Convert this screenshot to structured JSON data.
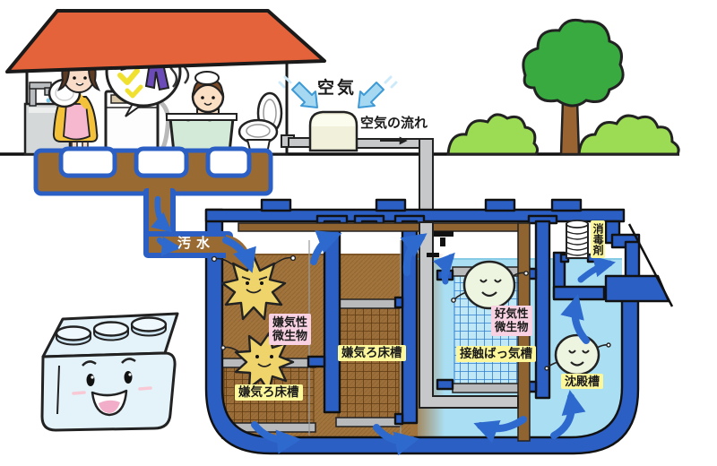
{
  "labels": {
    "air": "空気",
    "air_flow": "空気の流れ",
    "sewage": "汚水",
    "anaerobic_microbes_line1": "嫌気性",
    "anaerobic_microbes_line2": "微生物",
    "anaerobic_filter_bed_1": "嫌気ろ床槽",
    "anaerobic_filter_bed_2": "嫌気ろ床槽",
    "contact_aeration_tank": "接触ばっ気槽",
    "aerobic_microbes_line1": "好気性",
    "aerobic_microbes_line2": "微生物",
    "sedimentation_tank": "沈殿槽",
    "disinfectant": "消毒剤"
  },
  "colors": {
    "structure_blue": "#2b5fc4",
    "sewage_brown": "#9a6a33",
    "tank_water_brown": "#a1743d",
    "clean_water_blue": "#aadef2",
    "roof_orange": "#e4633a",
    "tree_green": "#38aa40",
    "bush_green": "#9cdc54",
    "label_yellow": "#fdf79b",
    "label_pink": "#f8d2e2",
    "gray_pipe": "#c6c8ca",
    "mascot_blue": "#e4f2fa",
    "microbe_yellow": "#eed46a",
    "microbe_pale": "#edf4e0",
    "blower_cream": "#f1f0da",
    "air_arrow_blue": "#a6d8f1"
  }
}
